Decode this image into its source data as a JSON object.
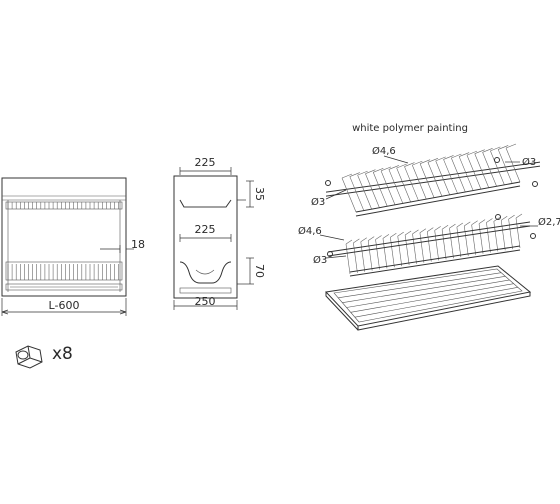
{
  "front_view": {
    "width_label": "L-600",
    "depth_label": "18"
  },
  "side_view": {
    "top_width": "225",
    "top_height": "35",
    "mid_width": "225",
    "mid_height": "70",
    "base_width": "250"
  },
  "accessory": {
    "qty_label": "x8"
  },
  "exploded_view": {
    "title": "white polymer painting",
    "upper_rack": {
      "main_dia": "Ø4,6",
      "end_dia": "Ø3",
      "left_dia": "Ø3"
    },
    "lower_rack": {
      "main_dia": "Ø4,6",
      "end_dia": "Ø2,7",
      "left_dia": "Ø3"
    }
  },
  "colors": {
    "line": "#333333",
    "text": "#2a2a2a",
    "background": "#ffffff"
  }
}
